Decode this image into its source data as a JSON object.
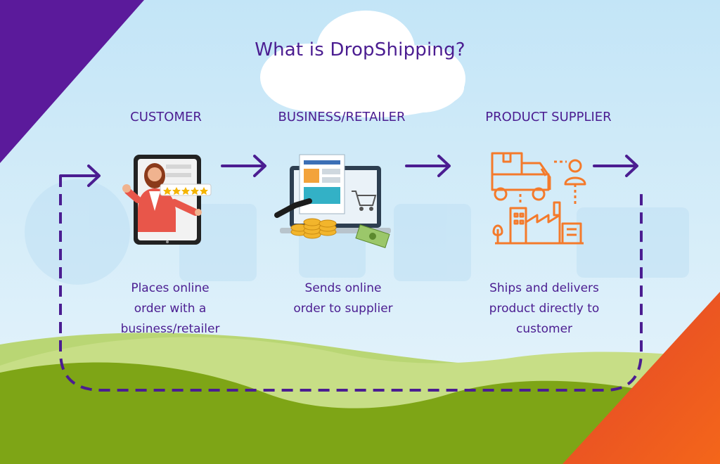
{
  "title": "What is DropShipping?",
  "steps": [
    {
      "heading": "CUSTOMER",
      "description_lines": [
        "Places online",
        "order with a",
        "business/retailer"
      ],
      "illustration": "customer-on-phone-icon"
    },
    {
      "heading": "BUSINESS/RETAILER",
      "description_lines": [
        "Sends online",
        "order to supplier"
      ],
      "illustration": "laptop-shop-icon"
    },
    {
      "heading": "PRODUCT SUPPLIER",
      "description_lines": [
        "Ships and delivers",
        "product directly to",
        "customer"
      ],
      "illustration": "delivery-truck-factory-icon"
    }
  ],
  "colors": {
    "text": "#4b1d91",
    "arrow": "#4b1d91",
    "sky_top": "#c9e8f7",
    "sky_bottom": "#e4f3fa",
    "hill_light": "#b6d36a",
    "hill_dark": "#7ea514",
    "corner_purple": "#5a1a9a",
    "corner_orange": "#f2541b",
    "supplier_icon": "#f47a2b"
  }
}
